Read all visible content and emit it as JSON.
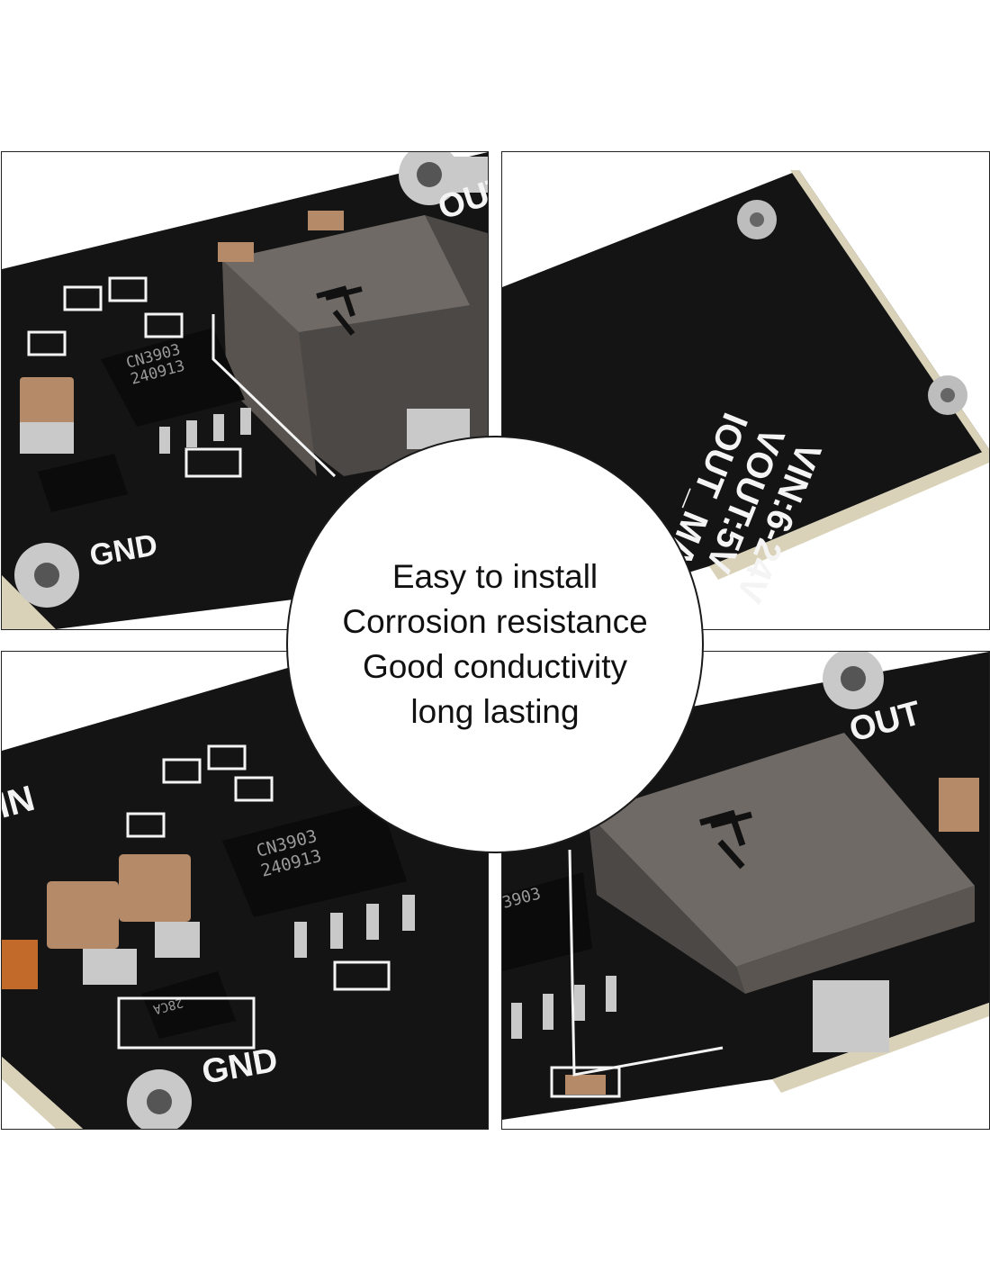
{
  "features": [
    "Easy to install",
    "Corrosion resistance",
    "Good conductivity",
    "long lasting"
  ],
  "board": {
    "label_out": "OUT",
    "label_gnd": "GND",
    "label_in": "IN",
    "spec_lines": [
      "VIN:6-24V",
      "VOUT:5V",
      "IOUT_MAX:2A"
    ],
    "ic_marking": [
      "CN3903",
      "240913"
    ],
    "diode_marking": "28CA",
    "colors": {
      "pcb": "#141414",
      "silk": "#f4f4f4",
      "pad": "#c9c9c9",
      "inductor": "#6f6a66",
      "capacitor": "#b48a68"
    }
  }
}
